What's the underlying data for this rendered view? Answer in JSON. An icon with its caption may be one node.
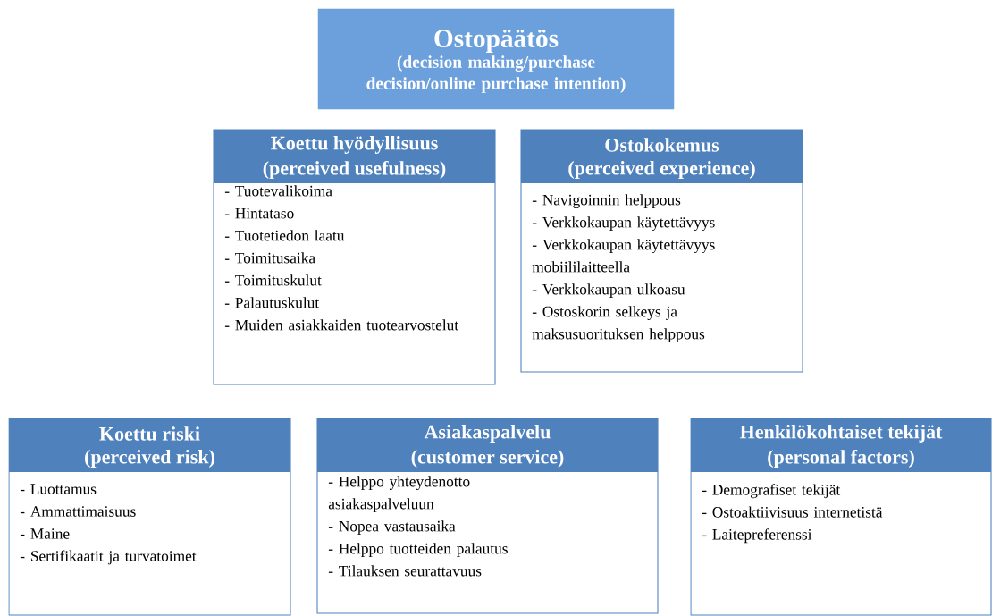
{
  "diagram": {
    "nodes": [
      {
        "text": [
          "Ostopäätös",
          "(decision making/purchase decision/online purchase intention)"
        ]
      },
      {
        "text": [
          "Koettu hyödyllisuus",
          "(perceived usefulness)",
          "- Tuotevalikoima",
          "- Hintataso",
          "- Tuotetiedon laatu",
          "- Toimitusaika",
          "- Toimituskulut",
          "- Palautuskulut",
          "- Muiden asiakkaiden tuotearvostelut"
        ]
      },
      {
        "text": [
          "Ostokokemus",
          "(perceived experience)",
          "- Navigoinnin helppous",
          "- Verkkokaupan käytettävyys",
          "- Verkkokaupan käytettävyys mobiililaitteella",
          "- Verkkokaupan ulkoasu",
          "- Ostoskorin selkeys ja maksusuorituksen helppous"
        ]
      },
      {
        "text": [
          "Koettu riski",
          "(perceived risk)",
          "- Luottamus",
          "- Ammattimaisuus",
          "- Maine",
          "- Sertifikaatit ja turvatoimet"
        ]
      },
      {
        "text": [
          "Asiakaspalvelu",
          "(customer service)",
          "- Helppo yhteydenotto asiakaspalveluun",
          "- Nopea vastausaika",
          "- Helppo tuotteiden palautus",
          "- Tilauksen seurattavuus"
        ]
      },
      {
        "text": [
          "Henkilökohtaiset tekijät",
          "(personal factors)",
          "- Demografiset tekijät",
          "- Ostoaktiivisuus internetistä",
          "- Laitepreferenssi"
        ]
      }
    ]
  }
}
